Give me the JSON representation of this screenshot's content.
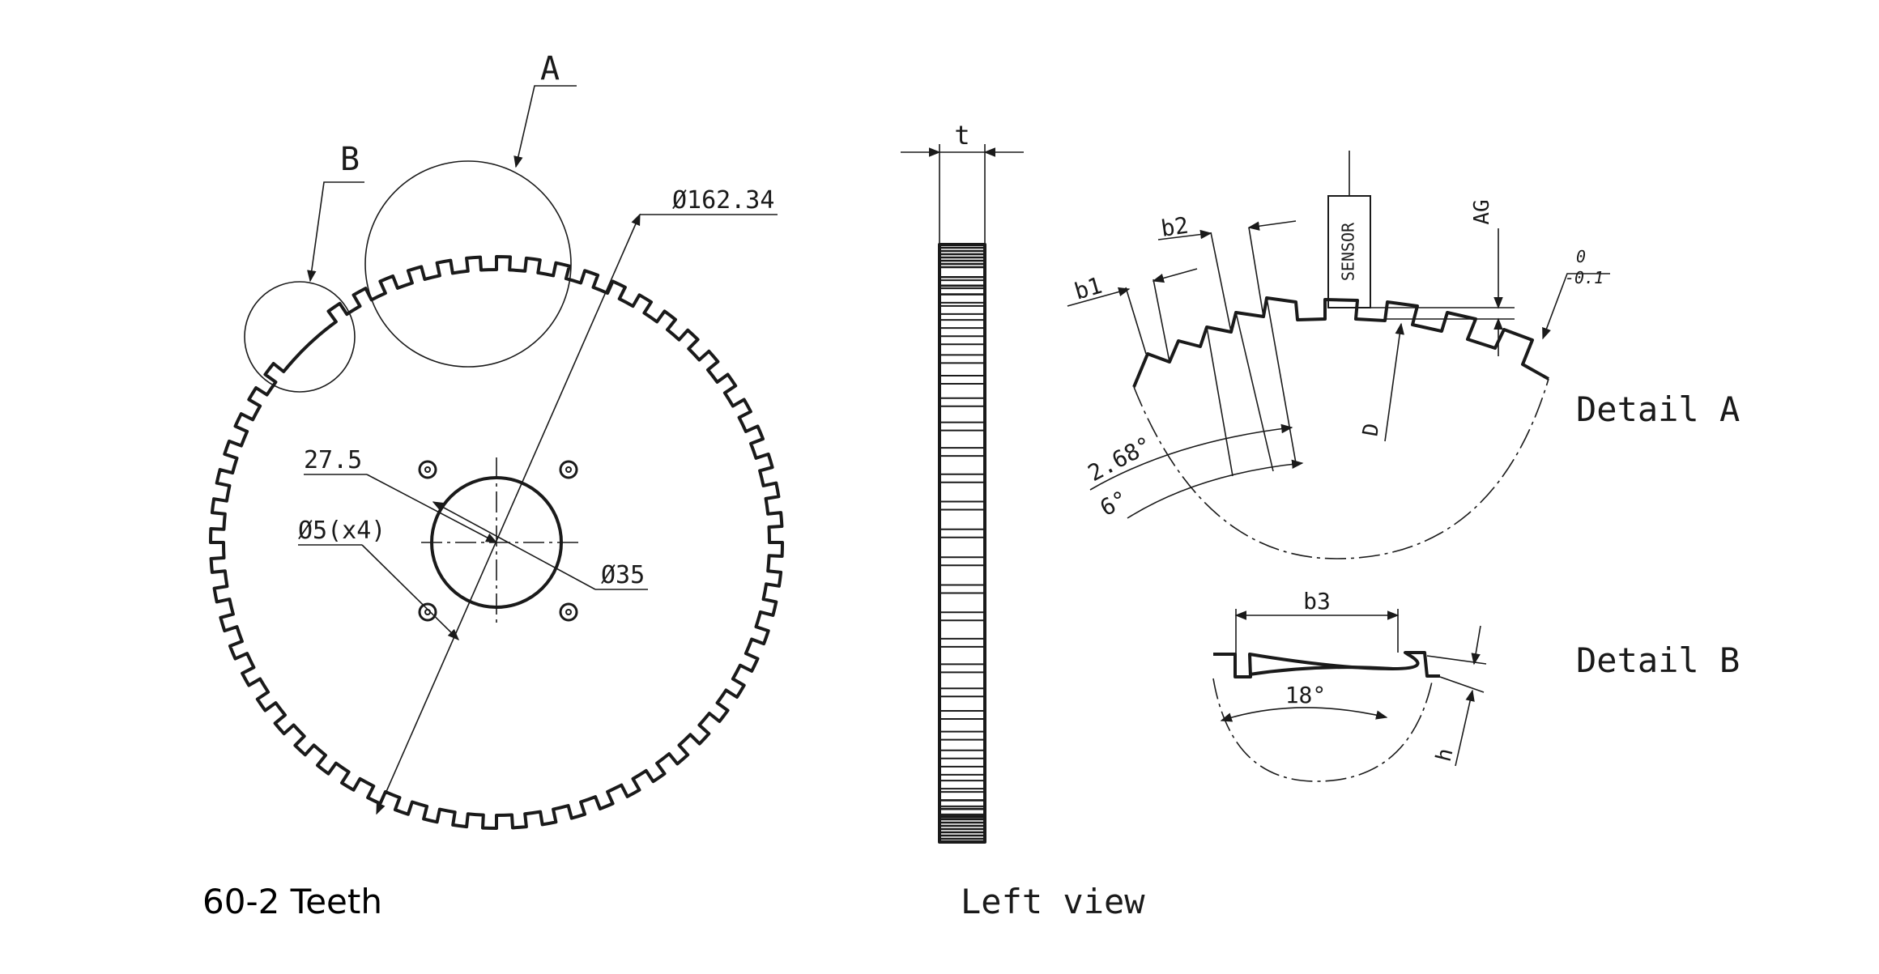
{
  "front_view": {
    "zoom_a_label": "A",
    "zoom_b_label": "B",
    "outer_diameter": "Ø162.34",
    "pcd_dim": "27.5",
    "hole_dim": "Ø5(x4)",
    "bore_dim": "Ø35",
    "caption": "60-2 Teeth"
  },
  "left_view": {
    "thickness_label": "t",
    "caption": "Left view"
  },
  "detail_a": {
    "b1": "b1",
    "b2": "b2",
    "sensor": "SENSOR",
    "air_gap": "AG",
    "tol_upper": "0",
    "tol_lower": "-0.1",
    "diameter": "D",
    "angle_tooth": "2.68°",
    "angle_pitch": "6°",
    "caption": "Detail A"
  },
  "detail_b": {
    "b3": "b3",
    "angle_gap": "18°",
    "height": "h",
    "caption": "Detail B"
  }
}
